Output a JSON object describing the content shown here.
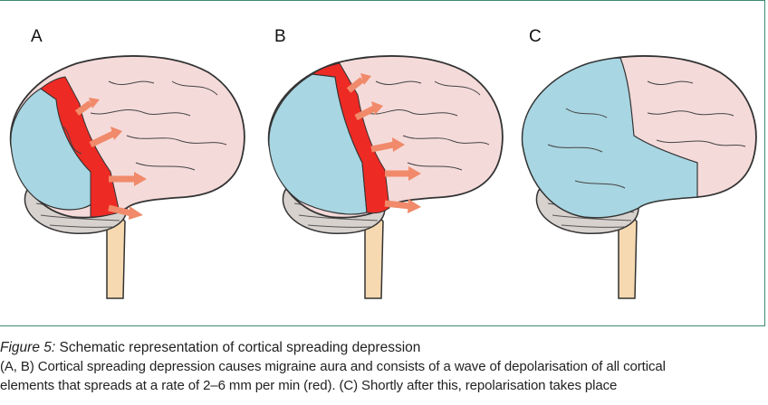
{
  "figure": {
    "panels": [
      {
        "label": "A"
      },
      {
        "label": "B"
      },
      {
        "label": "C"
      }
    ]
  },
  "caption": {
    "figure_number": "Figure 5:",
    "title": "Schematic representation of cortical spreading depression",
    "line1": "(A, B) Cortical spreading depression causes migraine aura and consists of a wave of depolarisation of all cortical",
    "line2": "elements that spreads at a rate of 2–6 mm per min (red). (C) Shortly after this, repolarisation takes place"
  },
  "colors": {
    "frame": "#3f8a73",
    "cortex": "#f5dada",
    "depolarised": "#ee2a24",
    "repolarised": "#a8d6e2",
    "arrow": "#f08a6a",
    "brainstem": "#f6d9b0",
    "cerebellum": "#d8d2cf"
  }
}
